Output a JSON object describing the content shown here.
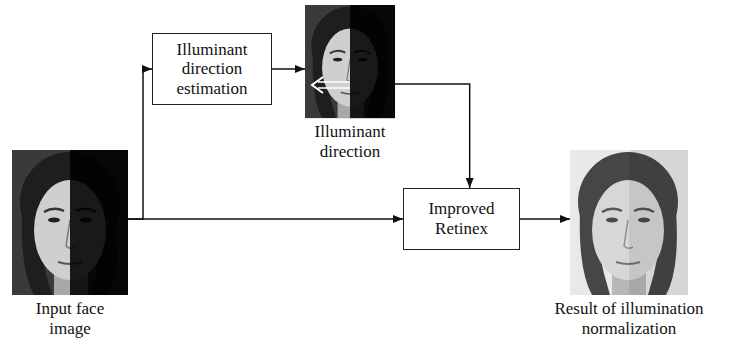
{
  "diagram": {
    "nodes": [
      {
        "text": [
          "Input face image"
        ]
      },
      {
        "text": [
          "Illuminant direction estimation"
        ]
      },
      {
        "text": [
          "Illuminant direction"
        ]
      },
      {
        "text": [
          "Improved Retinex"
        ]
      },
      {
        "text": [
          "Result of illumination normalization"
        ]
      }
    ],
    "edges": [
      {
        "from": 0,
        "to": 1,
        "arrow": "to"
      },
      {
        "from": 1,
        "to": 2,
        "arrow": "to"
      },
      {
        "from": 0,
        "to": 3,
        "arrow": "to"
      },
      {
        "from": 2,
        "to": 3,
        "arrow": "to"
      },
      {
        "from": 3,
        "to": 4,
        "arrow": "to"
      }
    ]
  }
}
